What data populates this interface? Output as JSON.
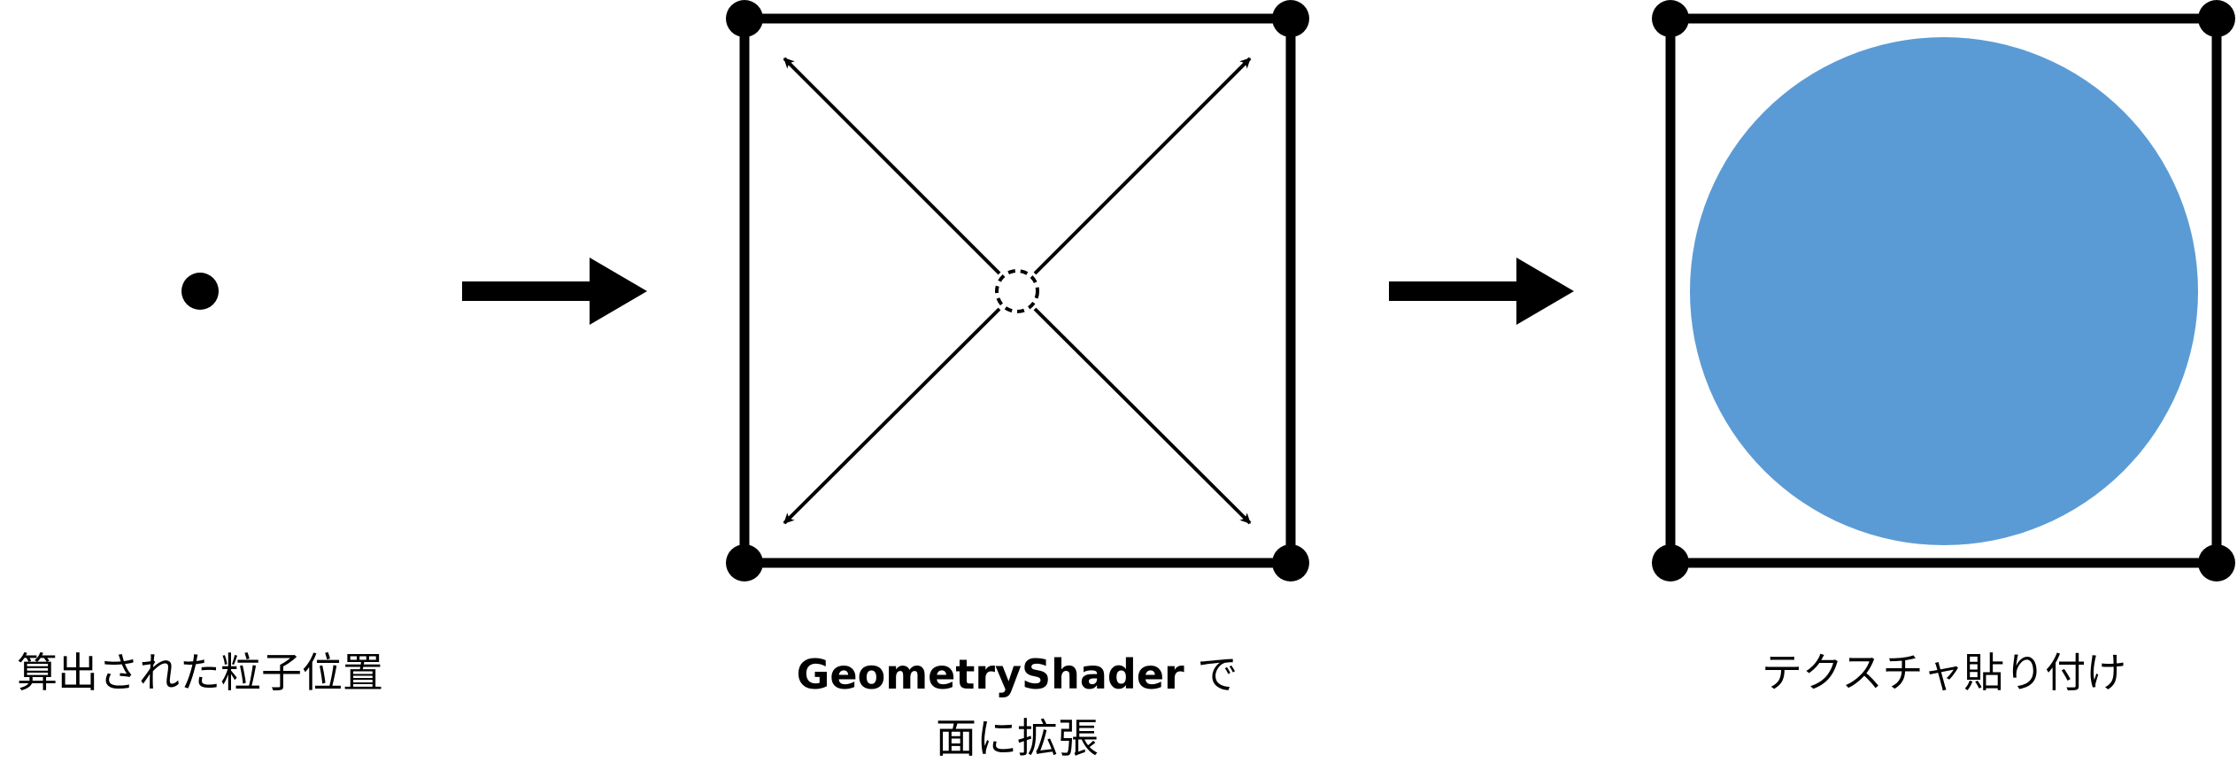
{
  "steps": [
    {
      "label": "算出された粒子位置"
    },
    {
      "label_bold": "GeometryShader",
      "label_rest": " で",
      "label_line2": "面に拡張"
    },
    {
      "label": "テクスチャ貼り付け"
    }
  ],
  "colors": {
    "stroke": "#000000",
    "texture_fill": "#5B9BD5"
  }
}
